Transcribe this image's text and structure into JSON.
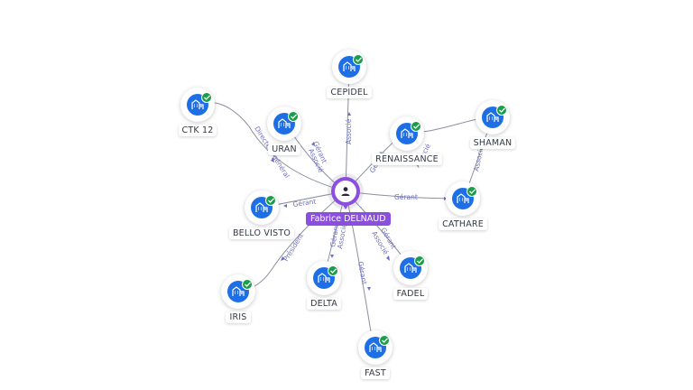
{
  "center": {
    "label": "Fabrice DELNAUD",
    "icon": "person-icon",
    "color": "#8b4fe0"
  },
  "colors": {
    "company": "#1e6fe6",
    "verified": "#1a9e4a",
    "edge_label": "#6f6fc2"
  },
  "companies": {
    "cepidel": {
      "label": "CEPIDEL",
      "icon": "building-icon",
      "status": "check-icon"
    },
    "ctk12": {
      "label": "CTK 12",
      "icon": "building-icon",
      "status": "check-icon"
    },
    "uran": {
      "label": "URAN",
      "icon": "building-icon",
      "status": "check-icon"
    },
    "renaissance": {
      "label": "RENAISSANCE",
      "icon": "building-icon",
      "status": "check-icon"
    },
    "shaman": {
      "label": "SHAMAN",
      "icon": "building-icon",
      "status": "check-icon"
    },
    "cathare": {
      "label": "CATHARE",
      "icon": "building-icon",
      "status": "check-icon"
    },
    "bellovisto": {
      "label": "BELLO VISTO",
      "icon": "building-icon",
      "status": "check-icon"
    },
    "iris": {
      "label": "IRIS",
      "icon": "building-icon",
      "status": "check-icon"
    },
    "delta": {
      "label": "DELTA",
      "icon": "building-icon",
      "status": "check-icon"
    },
    "fadel": {
      "label": "FADEL",
      "icon": "building-icon",
      "status": "check-icon"
    },
    "fast": {
      "label": "FAST",
      "icon": "building-icon",
      "status": "check-icon"
    }
  },
  "edges": {
    "ctk12": "Directeur général",
    "uran_1": "Gérant",
    "uran_2": "Associé",
    "cepidel": "Associé",
    "renaissance_1": "Gérant",
    "renaissance_2": "Associé",
    "shaman": "Associé",
    "cathare": "Gérant",
    "bellovisto": "Gérant",
    "iris": "Président",
    "delta_1": "Gérant",
    "delta_2": "Associé",
    "fadel_1": "Gérant",
    "fadel_2": "Associé",
    "fast": "Gérant"
  }
}
